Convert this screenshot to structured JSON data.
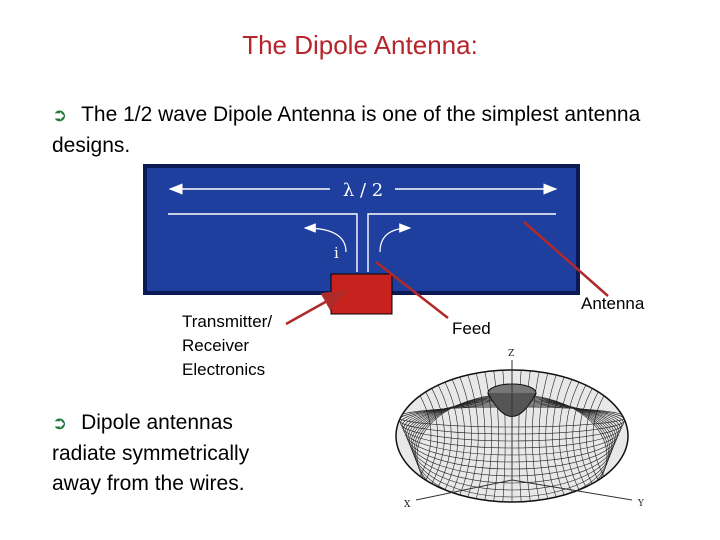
{
  "slide": {
    "title": "The Dipole Antenna:",
    "bullet_glyph": "➲",
    "bullet1": "The 1/2 wave Dipole Antenna is one of the simplest antenna designs.",
    "bullet2": "Dipole antennas radiate symmetrically away from the wires."
  },
  "diagram": {
    "wavelength_label": "λ / 2",
    "current_label": "i",
    "transmitter_label": "Transmitter/ Receiver Electronics",
    "feed_label": "Feed",
    "antenna_label": "Antenna"
  },
  "pattern_plot": {
    "axis_z": "Z",
    "axis_x": "X",
    "axis_y": "Y"
  },
  "colors": {
    "title": "#b5252b",
    "panel": "#1f3f9e",
    "feed_box": "#c8221f",
    "pointer": "#b02a2a",
    "bullet": "#1f7a3a"
  }
}
